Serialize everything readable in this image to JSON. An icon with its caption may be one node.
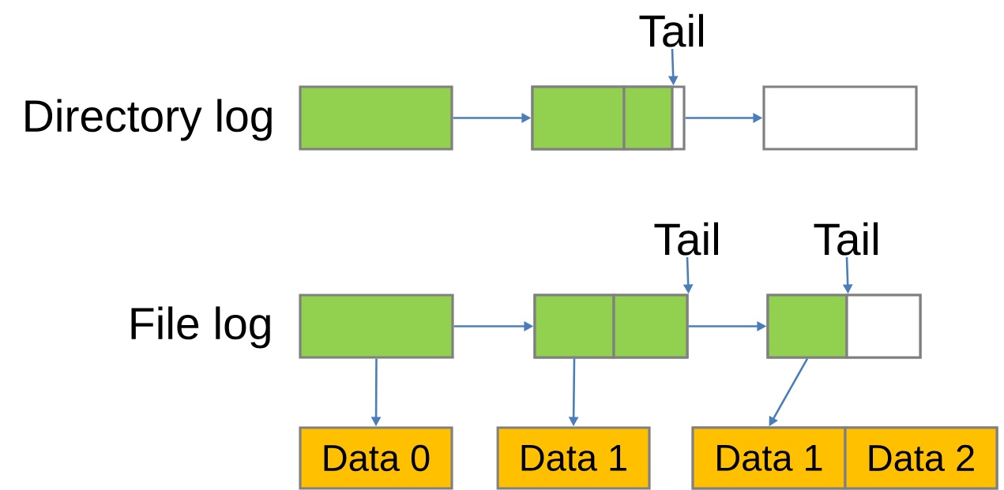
{
  "diagram": {
    "nodes": [
      {
        "text": [],
        "shape": "box",
        "beside": [
          "Directory log"
        ]
      },
      {
        "text": [],
        "shape": "box"
      },
      {
        "text": [],
        "shape": "box",
        "in": 1
      },
      {
        "text": [],
        "shape": "box",
        "in": 1
      },
      {
        "text": [],
        "shape": "box"
      },
      {
        "text": [],
        "shape": "box",
        "beside": [
          "File log"
        ]
      },
      {
        "text": [],
        "shape": "box"
      },
      {
        "text": [],
        "shape": "box",
        "in": 6
      },
      {
        "text": [],
        "shape": "box",
        "in": 6
      },
      {
        "text": [],
        "shape": "box"
      },
      {
        "text": [],
        "shape": "box",
        "in": 9
      },
      {
        "text": [],
        "shape": "box",
        "in": 9
      },
      {
        "text": [
          "Tail"
        ]
      },
      {
        "text": [
          "Tail"
        ]
      },
      {
        "text": [
          "Tail"
        ]
      },
      {
        "text": [
          "Data 0"
        ]
      },
      {
        "text": [
          "Data 1"
        ]
      },
      {
        "text": [],
        "shape": "box"
      },
      {
        "text": [
          "Data 1"
        ],
        "in": 17
      },
      {
        "text": [
          "Data 2"
        ],
        "in": 17
      }
    ],
    "edges": [
      {
        "from": 0,
        "to": 1,
        "arrow": "to"
      },
      {
        "from": 1,
        "to": 4,
        "arrow": "to"
      },
      {
        "from": 12,
        "to": 3,
        "arrow": "to"
      },
      {
        "from": 5,
        "to": 6,
        "arrow": "to"
      },
      {
        "from": 6,
        "to": 9,
        "arrow": "to"
      },
      {
        "from": 13,
        "to": 8,
        "arrow": "to"
      },
      {
        "from": 14,
        "to": 10,
        "arrow": "to"
      },
      {
        "from": 5,
        "to": 15,
        "arrow": "to"
      },
      {
        "from": 7,
        "to": 16,
        "arrow": "to"
      },
      {
        "from": 10,
        "to": 18,
        "arrow": "to"
      }
    ]
  }
}
